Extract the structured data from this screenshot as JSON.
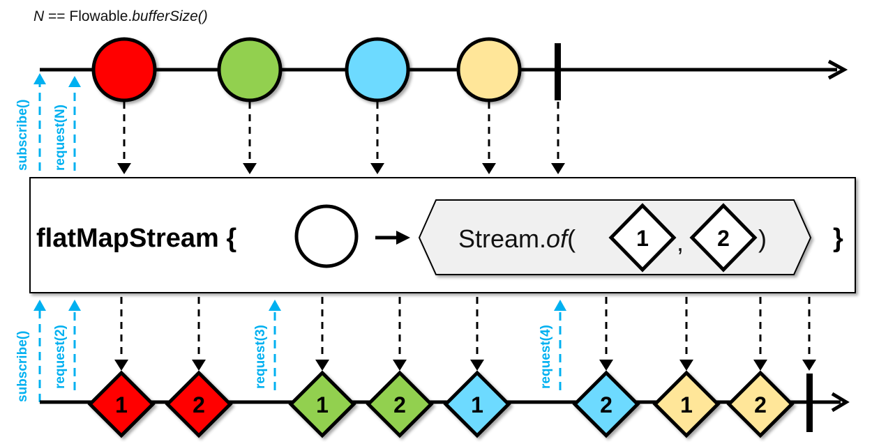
{
  "title": {
    "prefix": "N",
    "middle": " == Flowable.",
    "method": "bufferSize()"
  },
  "colors": {
    "red": "#ff0000",
    "green": "#92d050",
    "blue": "#6ddaff",
    "yellow": "#ffe699",
    "request": "#00b0f0",
    "box_fill": "#f0f0f0"
  },
  "upstream": {
    "items": [
      {
        "name": "red",
        "color": "#ff0000"
      },
      {
        "name": "green",
        "color": "#92d050"
      },
      {
        "name": "blue",
        "color": "#6ddaff"
      },
      {
        "name": "yellow",
        "color": "#ffe699"
      }
    ],
    "signals": [
      "subscribe()",
      "request(N)"
    ],
    "completes": true
  },
  "operator": {
    "name": "flatMapStream {",
    "close": "}",
    "stream_prefix": "Stream.",
    "stream_method": "of",
    "open_paren": "(",
    "comma": ",",
    "close_paren": ")",
    "values": [
      "1",
      "2"
    ]
  },
  "downstream": {
    "items": [
      {
        "label": "1",
        "color": "#ff0000"
      },
      {
        "label": "2",
        "color": "#ff0000"
      },
      {
        "label": "1",
        "color": "#92d050"
      },
      {
        "label": "2",
        "color": "#92d050"
      },
      {
        "label": "1",
        "color": "#6ddaff"
      },
      {
        "label": "2",
        "color": "#6ddaff"
      },
      {
        "label": "1",
        "color": "#ffe699"
      },
      {
        "label": "2",
        "color": "#ffe699"
      }
    ],
    "signals": [
      "subscribe()",
      "request(2)",
      "request(3)",
      "request(4)"
    ],
    "completes": true
  }
}
